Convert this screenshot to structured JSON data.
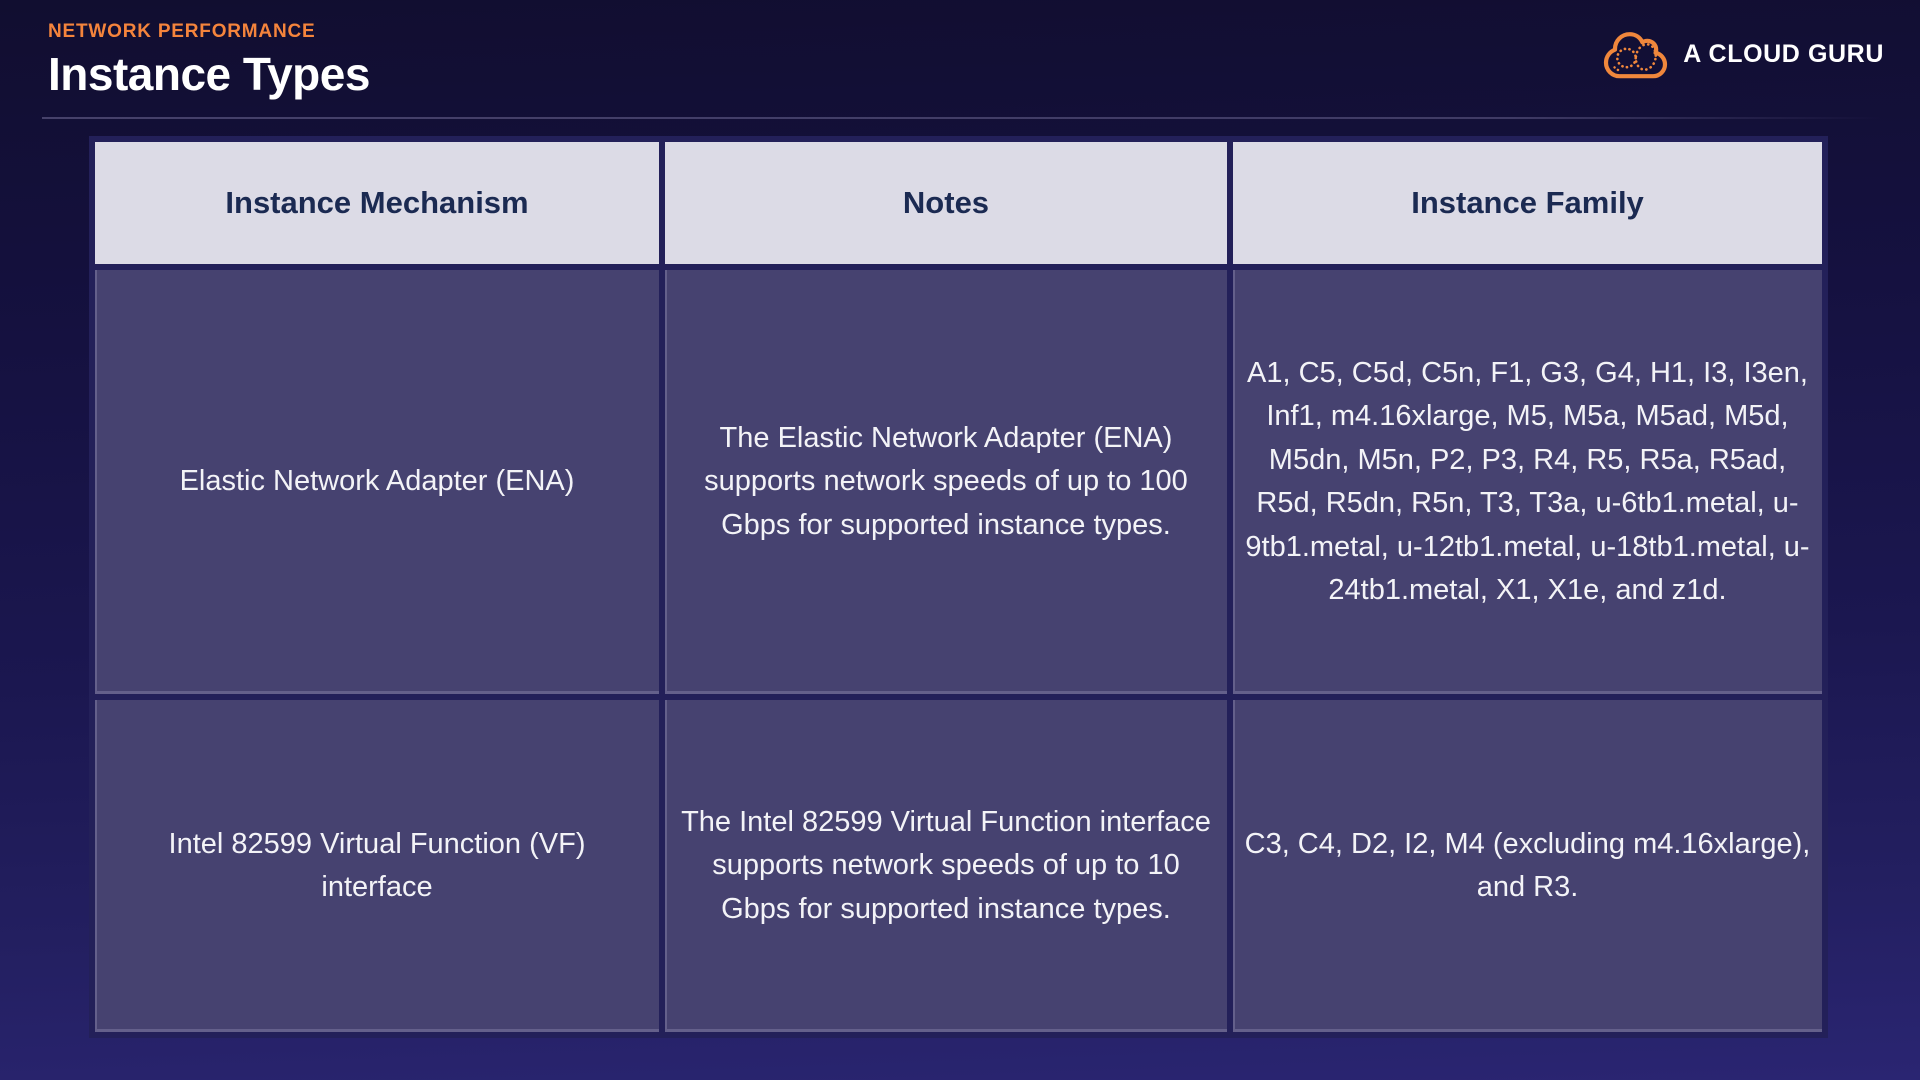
{
  "page": {
    "eyebrow": "NETWORK PERFORMANCE",
    "title": "Instance Types"
  },
  "brand": {
    "name": "A CLOUD GURU",
    "accent_color": "#F0873C"
  },
  "table": {
    "columns": [
      "Instance Mechanism",
      "Notes",
      "Instance Family"
    ],
    "rows": [
      {
        "mechanism": "Elastic Network Adapter (ENA)",
        "notes": "The Elastic Network Adapter (ENA) supports network speeds of up to 100 Gbps for supported instance types.",
        "family": "A1, C5, C5d, C5n, F1, G3, G4, H1, I3, I3en, Inf1, m4.16xlarge, M5, M5a, M5ad, M5d, M5dn, M5n, P2, P3, R4, R5, R5a, R5ad, R5d, R5dn, R5n, T3, T3a, u-6tb1.metal, u-9tb1.metal, u-12tb1.metal, u-18tb1.metal, u-24tb1.metal, X1, X1e, and z1d."
      },
      {
        "mechanism": "Intel 82599 Virtual Function (VF) interface",
        "notes": "The Intel 82599 Virtual Function interface supports network speeds of up to 10 Gbps for supported instance types.",
        "family": "C3, C4, D2, I2, M4 (excluding m4.16xlarge), and R3."
      }
    ]
  },
  "colors": {
    "background_top": "#110E30",
    "background_bottom": "#2A2572",
    "accent_orange": "#F5843C",
    "table_border": "#232059",
    "header_cell_bg": "#DCDBE6",
    "header_cell_text": "#1B2A52",
    "body_cell_bg": "#464270",
    "body_cell_text": "#F3F3F7"
  }
}
